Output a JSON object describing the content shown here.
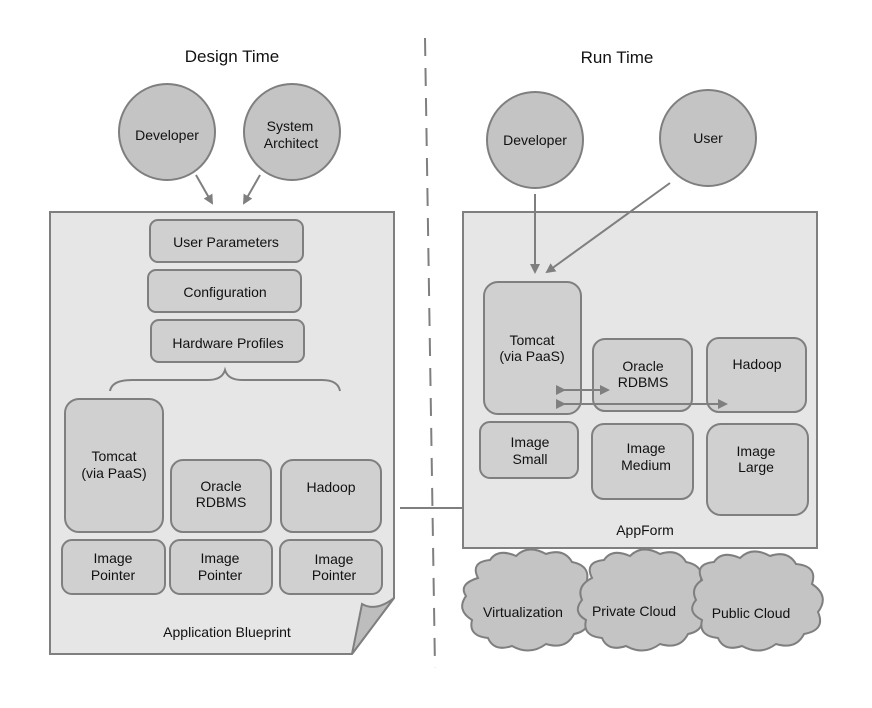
{
  "titles": {
    "design_time": "Design Time",
    "run_time": "Run Time"
  },
  "design": {
    "actors": [
      {
        "lines": [
          "Developer"
        ]
      },
      {
        "lines": [
          "System",
          "Architect"
        ]
      }
    ],
    "stack": [
      "User Parameters",
      "Configuration",
      "Hardware Profiles"
    ],
    "components": [
      {
        "lines": [
          "Tomcat",
          "(via PaaS)"
        ]
      },
      {
        "lines": [
          "Oracle",
          "RDBMS"
        ]
      },
      {
        "lines": [
          "Hadoop"
        ]
      }
    ],
    "pointers": [
      {
        "lines": [
          "Image",
          "Pointer"
        ]
      },
      {
        "lines": [
          "Image",
          "Pointer"
        ]
      },
      {
        "lines": [
          "Image",
          "Pointer"
        ]
      }
    ],
    "caption": "Application Blueprint"
  },
  "run": {
    "actors": [
      {
        "lines": [
          "Developer"
        ]
      },
      {
        "lines": [
          "User"
        ]
      }
    ],
    "components": [
      {
        "lines": [
          "Tomcat",
          "(via PaaS)"
        ]
      },
      {
        "lines": [
          "Oracle",
          "RDBMS"
        ]
      },
      {
        "lines": [
          "Hadoop"
        ]
      }
    ],
    "images": [
      {
        "lines": [
          "Image",
          "Small"
        ]
      },
      {
        "lines": [
          "Image",
          "Medium"
        ]
      },
      {
        "lines": [
          "Image",
          "Large"
        ]
      }
    ],
    "caption": "AppForm",
    "clouds": [
      "Virtualization",
      "Private Cloud",
      "Public Cloud"
    ]
  },
  "colors": {
    "stroke": "#7f7f7f",
    "panel_fill": "#e6e6e6",
    "box_fill": "#d0d0d0",
    "actor_fill": "#c4c4c4"
  }
}
